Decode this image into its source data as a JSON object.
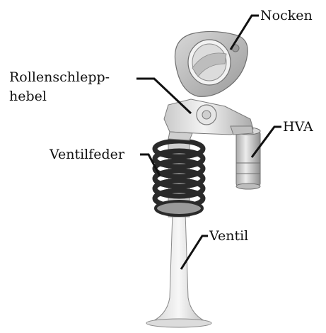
{
  "labels": {
    "nocken": "Nocken",
    "rollenschlepphebel_line1": "Rollenschlepp-",
    "rollenschlepphebel_line2": "hebel",
    "hva": "HVA",
    "ventilfeder": "Ventilfeder",
    "ventil": "Ventil"
  },
  "colors": {
    "leader_line": "#111111",
    "spring": "#2a2a2a",
    "metal_light": "#e9e9e9",
    "metal_mid": "#bdbdbd",
    "metal_dark": "#7a7a7a"
  }
}
